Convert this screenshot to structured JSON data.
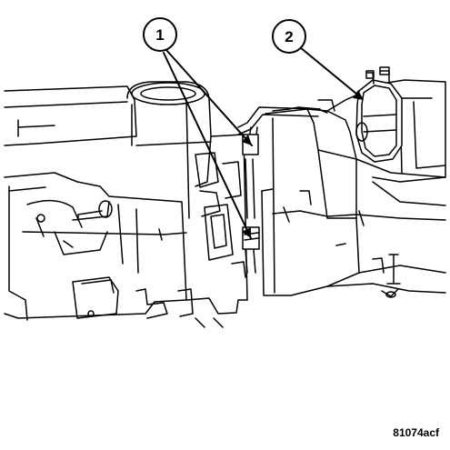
{
  "callouts": [
    {
      "id": "1",
      "label": "1"
    },
    {
      "id": "2",
      "label": "2"
    }
  ],
  "figure_code": "81074acf",
  "colors": {
    "line": "#000000",
    "fill": "#ffffff"
  }
}
